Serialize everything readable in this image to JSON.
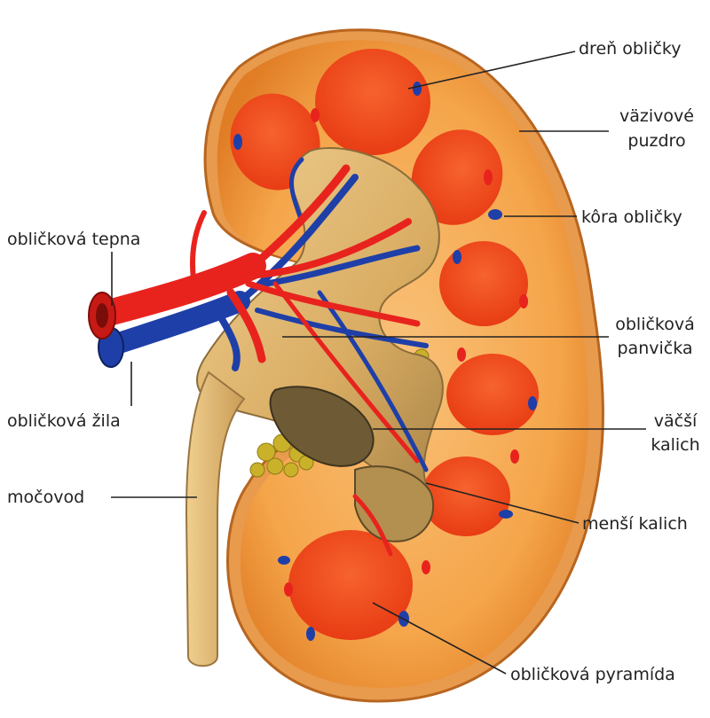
{
  "diagram": {
    "labels": {
      "dren": "dreň obličky",
      "vazivove": "väzivové",
      "puzdro": "puzdro",
      "kora": "kôra obličky",
      "tepna": "obličková tepna",
      "panvicka1": "obličková",
      "panvicka2": "panvička",
      "zila": "obličková žila",
      "vacsi": "väčší",
      "kalich": "kalich",
      "mocovod": "močovod",
      "mensi": "menší kalich",
      "pyramida": "obličková pyramída"
    },
    "colors": {
      "cortex": "#f5a54a",
      "cortex_dark": "#d8741f",
      "medulla": "#ee4a1c",
      "capsule": "#e89a4d",
      "pelvis": "#d9b06a",
      "pelvis_shadow": "#7d6a3c",
      "artery": "#e8231e",
      "vein": "#1f3fa8",
      "fat": "#c9b12a",
      "label_line": "#222222"
    }
  }
}
